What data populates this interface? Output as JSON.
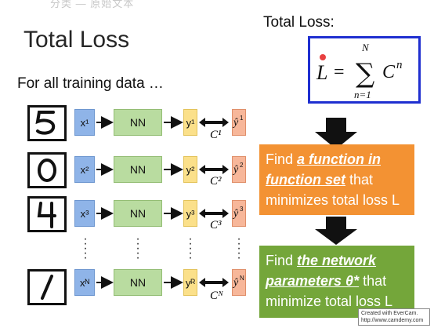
{
  "slide": {
    "top_hint": "分类 — 原始文本",
    "title": "Total Loss",
    "subtitle": "For all training data …",
    "loss_label": "Total Loss:"
  },
  "rows": [
    {
      "x": "x¹",
      "nn": "NN",
      "y": "y¹",
      "c": "C¹"
    },
    {
      "x": "x²",
      "nn": "NN",
      "y": "y²",
      "c": "C²"
    },
    {
      "x": "x³",
      "nn": "NN",
      "y": "y³",
      "c": "C³"
    },
    {
      "x": "xᴺ",
      "nn": "NN",
      "y": "yᴿ",
      "c": "Cᴺ"
    }
  ],
  "digits": [
    "5",
    "0",
    "4",
    "1"
  ],
  "formula": {
    "lhs": "L",
    "eq": "=",
    "sum_top": "N",
    "sum_bottom": "n=1",
    "term": "C",
    "term_sup": "n"
  },
  "step1": {
    "prefix": "Find ",
    "emph": "a function in function set",
    "mid": " that minimizes total loss L"
  },
  "step2": {
    "prefix": "Find ",
    "emph": "the network parameters θ*",
    "mid": " that minimize total loss L"
  },
  "watermark": {
    "line1": "Created with EverCam.",
    "line2": "http://www.camdemy.com"
  },
  "colors": {
    "x_box": "#8fb4e8",
    "nn_box": "#b9dca0",
    "y_box": "#fbe08a",
    "yhat_box": "#f7b79a",
    "orange_panel": "#f39233",
    "green_panel": "#74a63a",
    "formula_border": "#1f2fd0"
  }
}
